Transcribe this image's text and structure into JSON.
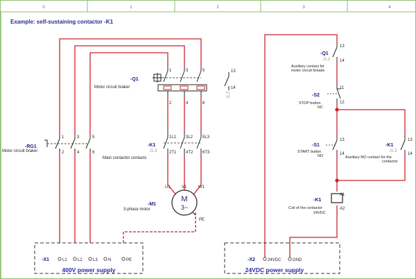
{
  "grid_columns": [
    "0",
    "1",
    "2",
    "3",
    "4"
  ],
  "title": "Example: self-sustaining contactor -K1",
  "components": {
    "q1": {
      "id": "-Q1",
      "desc": "Motor circuit braker",
      "ref": "/1.3",
      "terminals_top": [
        "1",
        "3",
        "5"
      ],
      "terminals_bottom": [
        "2",
        "4",
        "6"
      ],
      "aux_terminals": [
        "13",
        "14"
      ]
    },
    "rg1": {
      "id": "-RG1",
      "desc": "Motor circuit braker",
      "terminals_top": [
        "1",
        "3",
        "5"
      ],
      "terminals_bottom": [
        "2",
        "4",
        "6"
      ]
    },
    "k1_main": {
      "id": "-K1",
      "ref": "/1.3",
      "desc": "Main contactor contacts",
      "terminals_top": [
        "1L1",
        "3L2",
        "5L3"
      ],
      "terminals_bottom": [
        "2T1",
        "4T2",
        "6T3"
      ]
    },
    "m1": {
      "id": "-M1",
      "desc": "3-phase motor",
      "symbol": "M",
      "symbol_sub": "3~",
      "terminals": [
        "U1",
        "V1",
        "W1"
      ],
      "pe": "PE"
    },
    "x1": {
      "id": "-X1",
      "terminals": [
        "L1",
        "L2",
        "L3",
        "N",
        "PE"
      ],
      "label": "400V power supply"
    },
    "q1_aux": {
      "id": "-Q1",
      "ref": "/1.1",
      "desc_line1": "Auxiliary contact for",
      "desc_line2": "motor circuit breake",
      "terminals": [
        "13",
        "14"
      ]
    },
    "s2": {
      "id": "-S2",
      "desc_line1": "STOP button",
      "desc_line2": "NC",
      "terminals": [
        "11",
        "12"
      ]
    },
    "s1": {
      "id": "-S1",
      "desc_line1": "START button",
      "desc_line2": "NO",
      "terminals": [
        "13",
        "14"
      ]
    },
    "k1_hold": {
      "id": "-K1",
      "ref": "/1.3",
      "desc_line1": "Auxiliary NO contact for the",
      "desc_line2": "contactor",
      "terminals": [
        "13",
        "14"
      ]
    },
    "k1_coil": {
      "id": "-K1",
      "desc_line1": "Coil of the contactor",
      "desc_line2": "24VDC",
      "terminals": [
        "A1",
        "A2"
      ]
    },
    "x2": {
      "id": "-X2",
      "terminals": [
        "24VDC",
        "GND"
      ],
      "label": "24VDC power supply"
    }
  },
  "colors": {
    "wire": "#c8232c",
    "frame": "#8bbf73",
    "heading": "#2a2aa0",
    "reference": "#6aa84f"
  }
}
